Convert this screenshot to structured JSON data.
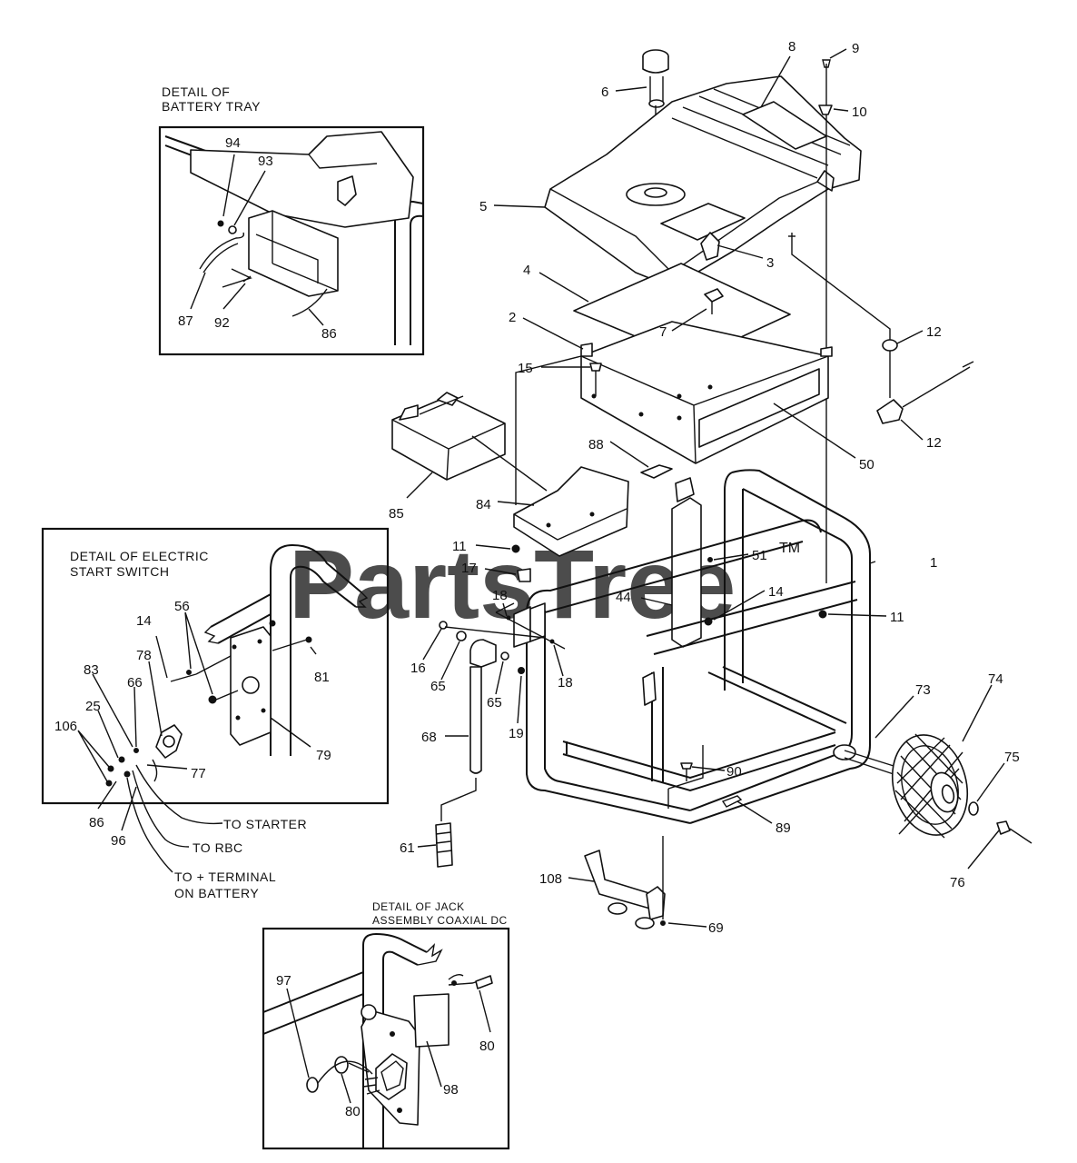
{
  "watermark": {
    "text": "PartsTree",
    "trademark": "TM"
  },
  "details": {
    "battery_tray": {
      "line1": "DETAIL OF",
      "line2": "BATTERY TRAY"
    },
    "electric_start": {
      "line1": "DETAIL OF ELECTRIC",
      "line2": "START SWITCH"
    },
    "jack_assembly": {
      "line1": "DETAIL OF JACK",
      "line2": "ASSEMBLY COAXIAL DC"
    }
  },
  "wire_notes": {
    "to_starter": "TO STARTER",
    "to_rbc": "TO RBC",
    "to_terminal_1": "TO + TERMINAL",
    "to_terminal_2": "ON BATTERY"
  },
  "part_labels": {
    "p1": "1",
    "p2": "2",
    "p3": "3",
    "p4": "4",
    "p5": "5",
    "p6": "6",
    "p7": "7",
    "p8": "8",
    "p9": "9",
    "p10": "10",
    "p11a": "11",
    "p11b": "11",
    "p12a": "12",
    "p12b": "12",
    "p14": "14",
    "p15": "15",
    "p16": "16",
    "p17": "17",
    "p18a": "18",
    "p18b": "18",
    "p19": "19",
    "p44": "44",
    "p50": "50",
    "p51": "51",
    "p61": "61",
    "p65a": "65",
    "p65b": "65",
    "p68": "68",
    "p69": "69",
    "p73": "73",
    "p74": "74",
    "p75": "75",
    "p76": "76",
    "p84": "84",
    "p85": "85",
    "p88": "88",
    "p89": "89",
    "p90": "90",
    "p108": "108",
    "d87": "87",
    "d92": "92",
    "d93": "93",
    "d94": "94",
    "d86": "86",
    "e14": "14",
    "e56": "56",
    "e78": "78",
    "e81": "81",
    "e83": "83",
    "e66": "66",
    "e25": "25",
    "e106": "106",
    "e77": "77",
    "e79": "79",
    "e86": "86",
    "e96": "96",
    "j97": "97",
    "j80a": "80",
    "j80b": "80",
    "j98": "98"
  }
}
